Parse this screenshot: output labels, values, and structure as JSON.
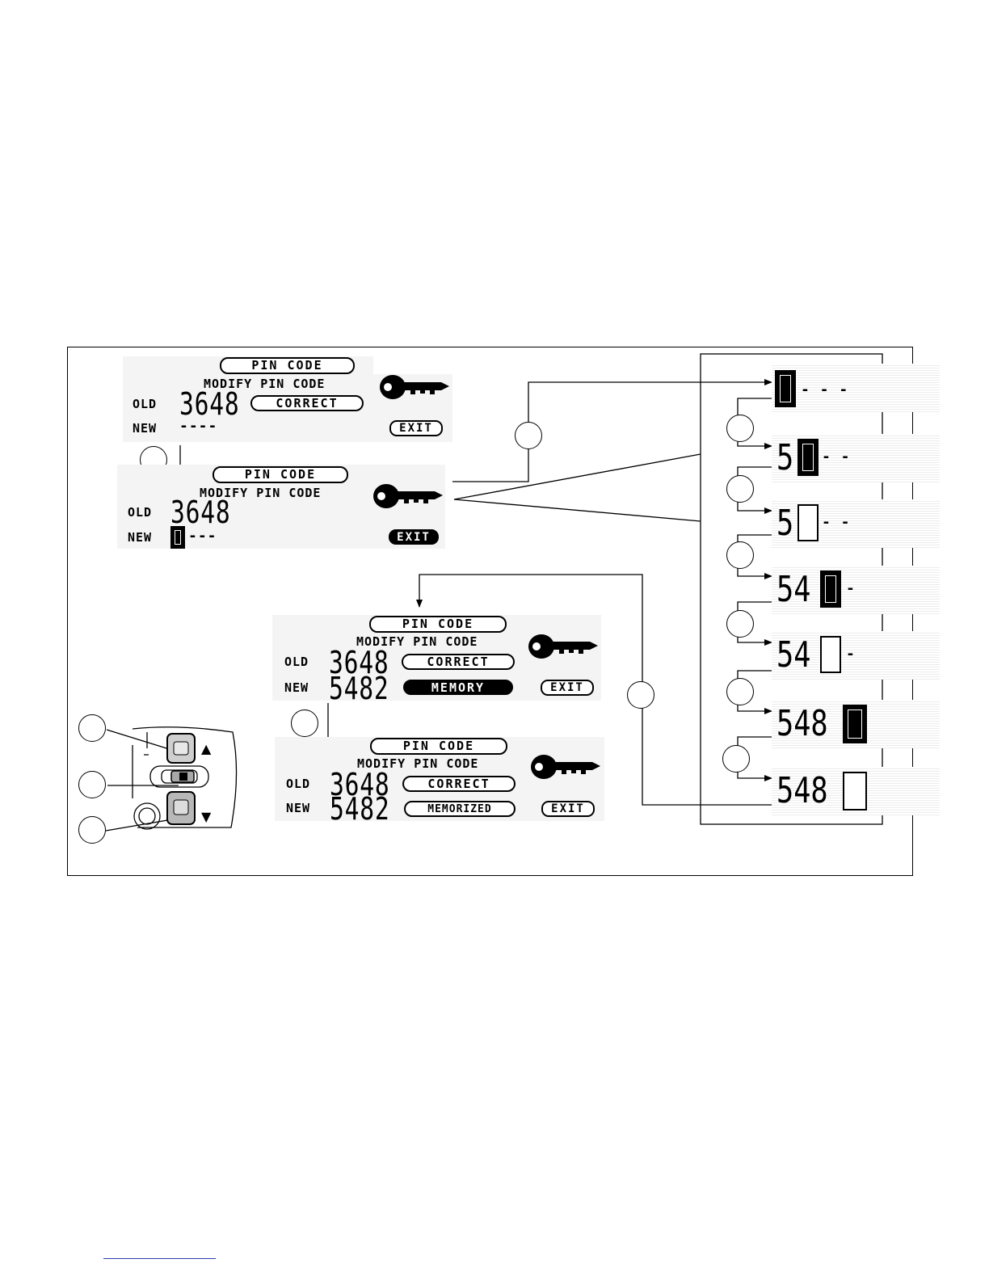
{
  "screens": [
    {
      "id": "s1",
      "header": "PIN CODE",
      "subtitle": "MODIFY PIN CODE",
      "old_label": "OLD",
      "old_code": "3648",
      "status": "CORRECT",
      "new_label": "NEW",
      "new_code": "",
      "new_placeholder": "----",
      "exit": "EXIT"
    },
    {
      "id": "s2",
      "header": "PIN CODE",
      "subtitle": "MODIFY PIN CODE",
      "old_label": "OLD",
      "old_code": "3648",
      "status": "",
      "new_label": "NEW",
      "new_code": "",
      "new_placeholder": "---",
      "exit": "EXIT"
    },
    {
      "id": "s3",
      "header": "PIN CODE",
      "subtitle": "MODIFY PIN CODE",
      "old_label": "OLD",
      "old_code": "3648",
      "status": "CORRECT",
      "new_label": "NEW",
      "new_code": "5482",
      "status2": "MEMORY",
      "exit": "EXIT"
    },
    {
      "id": "s4",
      "header": "PIN CODE",
      "subtitle": "MODIFY PIN CODE",
      "old_label": "OLD",
      "old_code": "3648",
      "status": "CORRECT",
      "new_label": "NEW",
      "new_code": "5482",
      "status2": "MEMORIZED",
      "exit": "EXIT"
    }
  ],
  "steps": [
    {
      "digits": "",
      "tail": "- - -"
    },
    {
      "digits": "5",
      "tail": "- -"
    },
    {
      "digits": "5",
      "tail": "- -"
    },
    {
      "digits": "54",
      "tail": "-"
    },
    {
      "digits": "54",
      "tail": "-"
    },
    {
      "digits": "548",
      "tail": ""
    },
    {
      "digits": "548",
      "tail": ""
    }
  ],
  "switch": {
    "up_glyph": "▲",
    "down_glyph": "▼"
  },
  "icons": {
    "key": "key-icon",
    "callout": "callout-circle"
  }
}
